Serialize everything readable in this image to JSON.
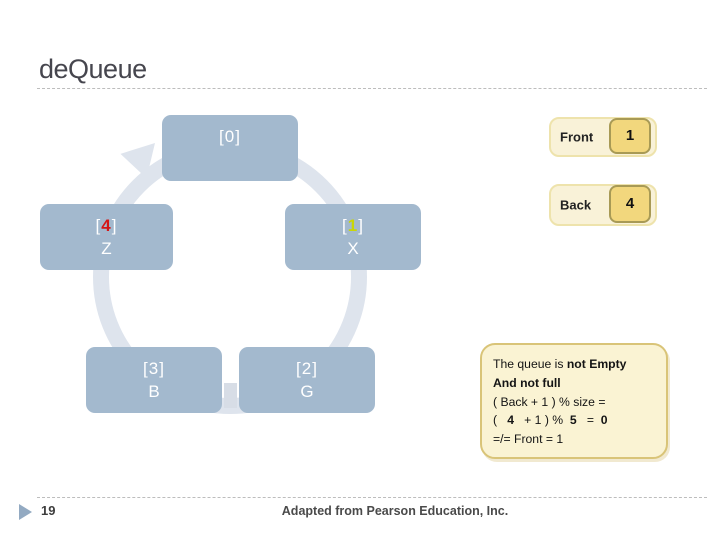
{
  "slide": {
    "title": "deQueue",
    "page_number": "19",
    "credit": "Adapted from Pearson Education, Inc."
  },
  "diagram": {
    "type": "circular-queue-cycle",
    "cells": [
      {
        "open": "[",
        "num": "0",
        "close": "]",
        "value": ""
      },
      {
        "open": "[",
        "num": "1",
        "close": "]",
        "value": "X"
      },
      {
        "open": "[",
        "num": "2",
        "close": "]",
        "value": "G"
      },
      {
        "open": "[",
        "num": "3",
        "close": "]",
        "value": "B"
      },
      {
        "open": "[",
        "num": "4",
        "close": "]",
        "value": "Z"
      }
    ]
  },
  "pointers": {
    "front_label": "Front",
    "front_value": "1",
    "back_label": "Back",
    "back_value": "4"
  },
  "note": {
    "l1a": "The queue is ",
    "l1b": "not Empty",
    "l2": "And not full",
    "l3": "( Back + 1 ) % size =",
    "l4a": "(   ",
    "l4b": "4",
    "l4c": "   + 1 ) %  ",
    "l4d": "5",
    "l4e": "   =  ",
    "l4f": "0",
    "l5": "=/= Front = 1"
  },
  "colors": {
    "cell_fill": "#a3b9ce",
    "ring": "#dee4ed",
    "index_1_highlight": "#c9d606",
    "index_4_highlight": "#d41616",
    "pointer_panel_bg": "#f9f2d8",
    "pointer_value_bg": "#f2d77d",
    "note_bg": "#faf3d3",
    "note_border": "#d9c478",
    "title_color": "#46464e"
  }
}
